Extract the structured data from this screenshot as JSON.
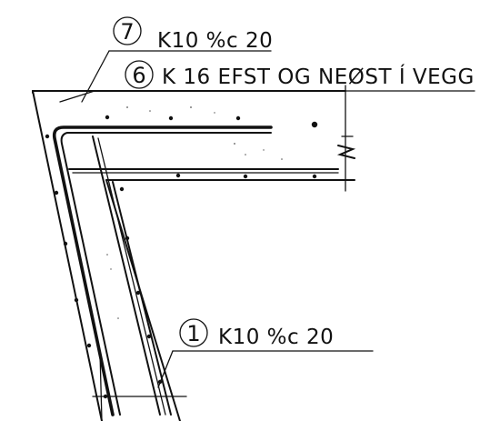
{
  "callouts": [
    {
      "number": "7",
      "label": "K10 %c 20"
    },
    {
      "number": "6",
      "label": "K 16  EFST  OG  NEØST Í VEGG"
    },
    {
      "number": "1",
      "label": "K10 %c 20"
    }
  ]
}
